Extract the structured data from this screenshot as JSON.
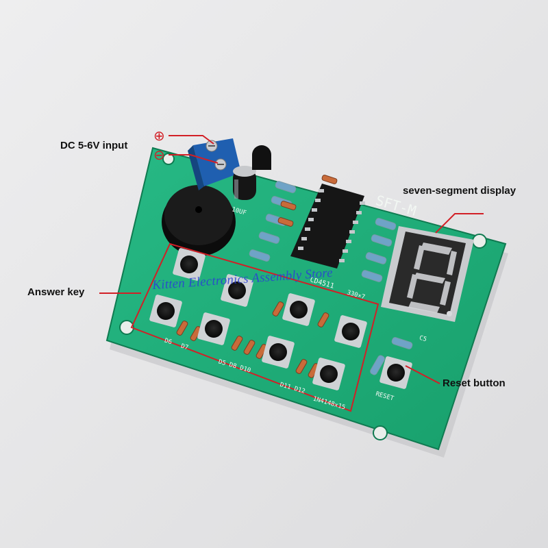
{
  "callouts": {
    "dc_input": "DC 5-6V input",
    "display": "seven-segment display",
    "answer_key": "Answer key",
    "reset": "Reset button"
  },
  "polarity": {
    "plus": "⊕",
    "minus": "⊖"
  },
  "watermark": "Kitten Electronics Assembly Store",
  "silkscreen": {
    "model": "SFT-M",
    "reset": "RESET",
    "diode_note": "1N4148x15",
    "resistor_note": "330×7",
    "cap": "10UF",
    "ic_label": "CD4511",
    "d6": "D6",
    "d7": "D7",
    "d5": "D5 D8 D10",
    "d11": "D11 D12",
    "c5": "C5"
  },
  "colors": {
    "pcb": "#1fb07a",
    "pcb_dark": "#168a5d",
    "terminal": "#1f5fb0",
    "callout_line": "#d21f26",
    "watermark": "#2b3fd6"
  }
}
